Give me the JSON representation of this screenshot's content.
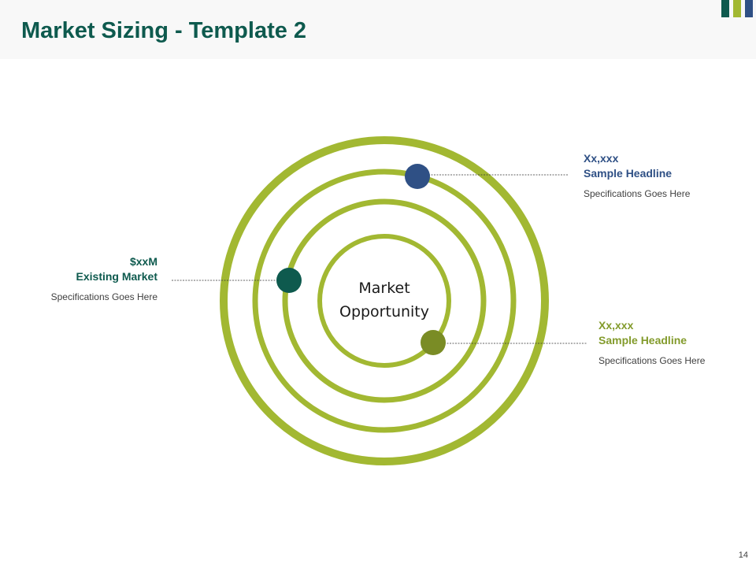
{
  "slide": {
    "title": "Market Sizing - Template 2",
    "page_number": "14"
  },
  "colors": {
    "title": "#0e5a4e",
    "ring": "#a2b832",
    "accent_bars": [
      "#0e5a4e",
      "#a2b832",
      "#2f5085"
    ],
    "dot_left": "#0e5a4e",
    "dot_top": "#2f5085",
    "dot_bottom": "#7a8c25"
  },
  "diagram": {
    "center_line1": "Market",
    "center_line2": "Opportunity",
    "callouts": {
      "left": {
        "value": "$xxM",
        "headline": "Existing Market",
        "spec": "Specifications Goes Here"
      },
      "top": {
        "value": "Xx,xxx",
        "headline": "Sample Headline",
        "spec": "Specifications Goes Here"
      },
      "bottom": {
        "value": "Xx,xxx",
        "headline": "Sample Headline",
        "spec": "Specifications Goes Here"
      }
    }
  }
}
